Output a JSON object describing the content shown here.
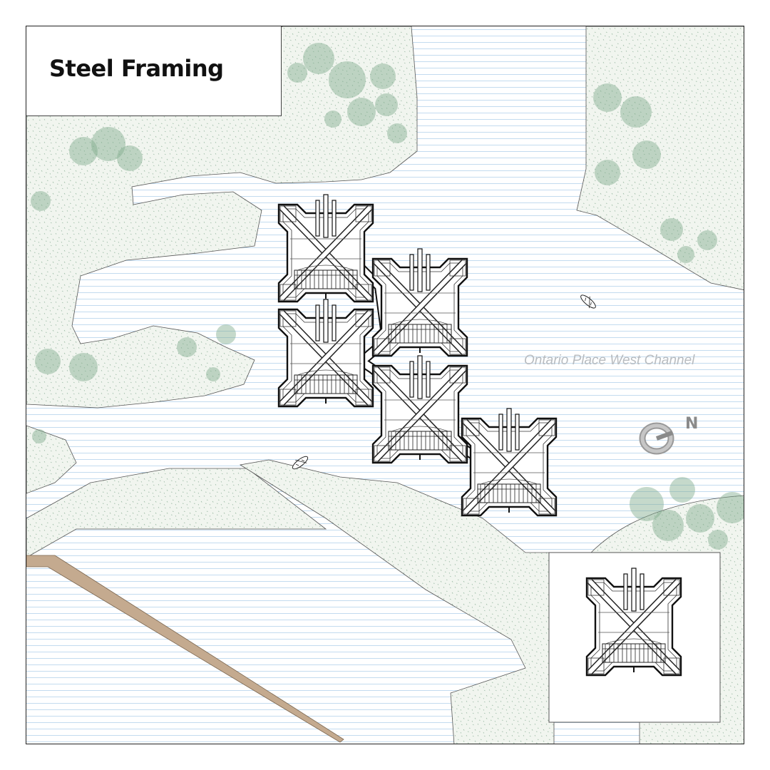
{
  "title": "Steel Framing",
  "map": {
    "channel_label": "Ontario Place West Channel",
    "north_label": "N"
  },
  "icons": {
    "compass": "north-arrow-icon",
    "boat": "canoe-icon",
    "tree": "tree-canopy-icon"
  },
  "colors": {
    "water_line": "#bcd6ec",
    "land": "#eef3ec",
    "tree": "#7faa8c",
    "pier": "#c4aa8f",
    "framing": "#1a1a1a"
  }
}
